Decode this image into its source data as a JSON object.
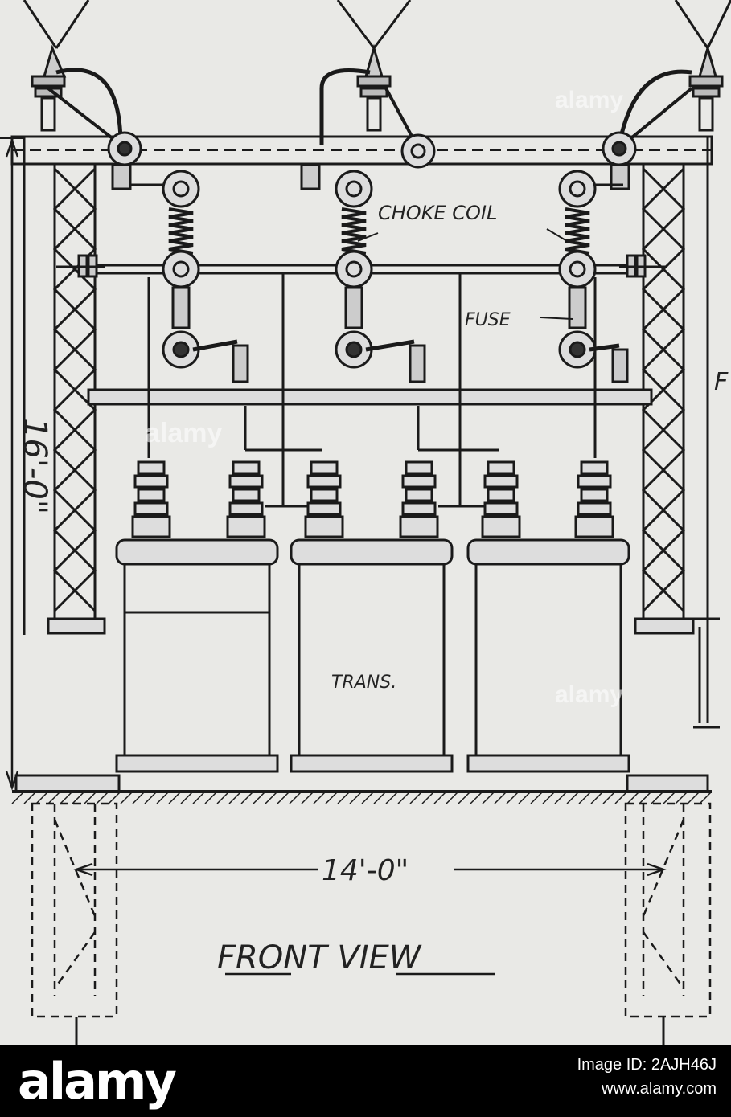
{
  "labels": {
    "choke_coil": "CHOKE COIL",
    "fuse": "FUSE",
    "trans": "TRANS.",
    "height_dim": "16'-0\"",
    "width_dim": "14'-0\"",
    "view_title": "FRONT VIEW",
    "edge_letter_f": "F"
  },
  "watermark": {
    "brand": "alamy"
  },
  "footer": {
    "logo": "alamy",
    "image_id_label": "Image ID: 2AJH46J",
    "site": "www.alamy.com"
  }
}
